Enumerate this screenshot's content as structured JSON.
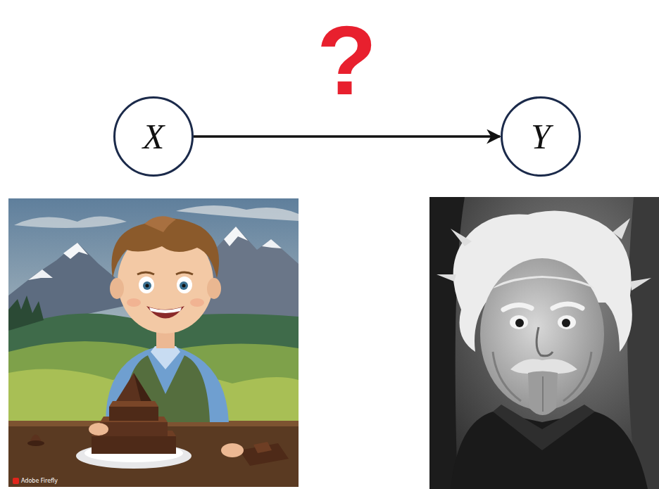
{
  "diagram": {
    "nodes": [
      {
        "text": [
          "X"
        ]
      },
      {
        "text": [
          "Y"
        ]
      }
    ],
    "edges": [
      {
        "from": 0,
        "to": 1,
        "arrow": "to",
        "label": "?"
      }
    ],
    "labels": [
      "Adobe Firefly"
    ]
  }
}
